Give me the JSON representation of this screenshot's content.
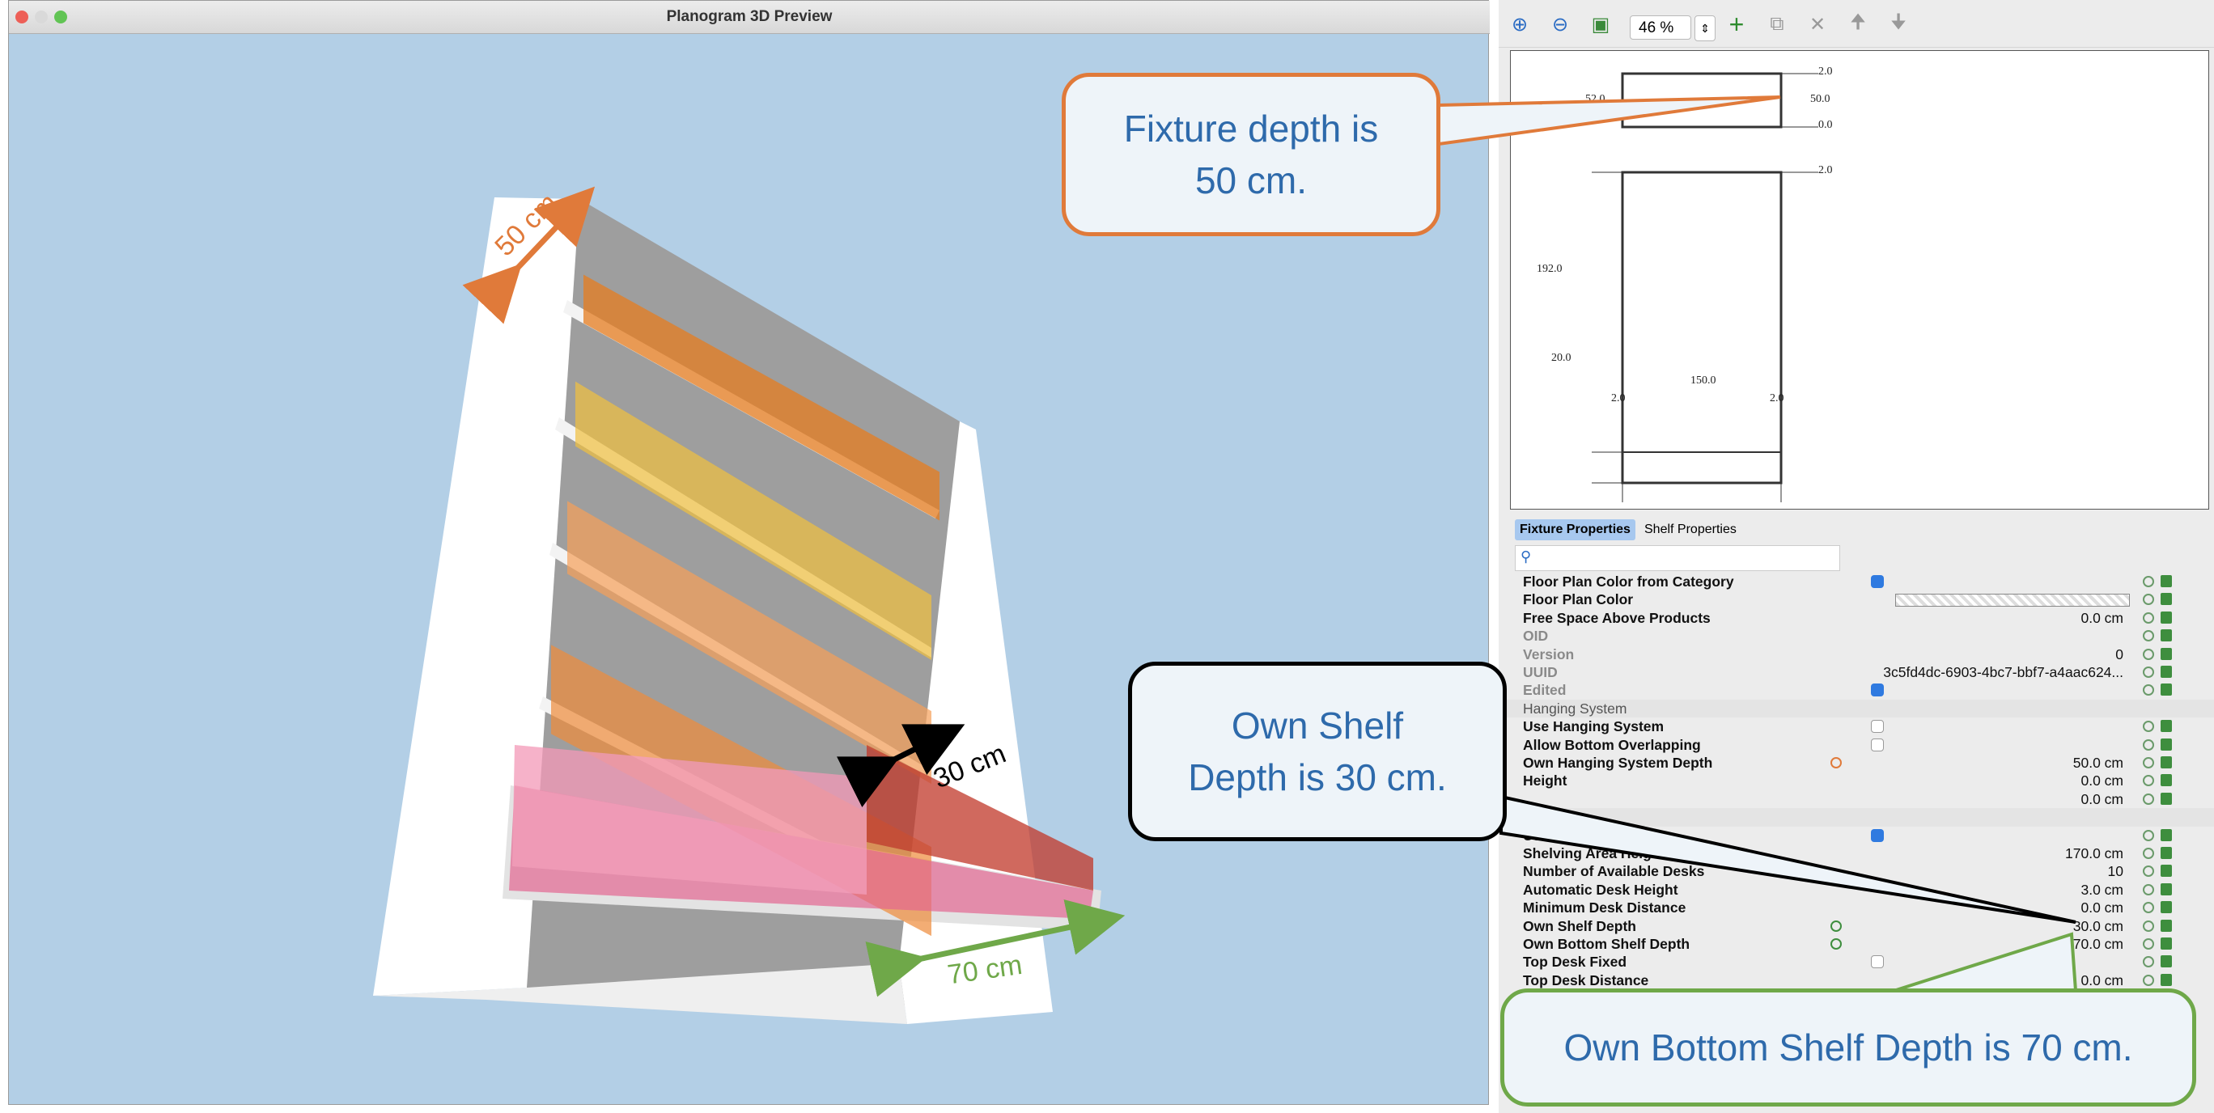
{
  "window": {
    "title": "Planogram 3D Preview"
  },
  "labels3d": {
    "depth_fixture": "50 cm",
    "depth_shelf": "30 cm",
    "depth_bottom": "70 cm"
  },
  "toolbar": {
    "zoom_value": "46 %"
  },
  "drawing": {
    "dims": {
      "d1": "2.0",
      "d2": "52.0",
      "d3": "50.0",
      "d4": "0.0",
      "d5": "2.0",
      "d6": "192.0",
      "d7": "20.0",
      "d8": "150.0",
      "d9": "2.0",
      "d10": "2.0"
    }
  },
  "tabs": {
    "fixture": "Fixture Properties",
    "shelf": "Shelf Properties"
  },
  "props": [
    {
      "label": "Floor Plan Color from Category",
      "value": "",
      "control": "checkbox-on"
    },
    {
      "label": "Floor Plan Color",
      "value": "",
      "control": "color"
    },
    {
      "label": "Free Space Above Products",
      "value": "0.0 cm",
      "control": ""
    },
    {
      "label": "OID",
      "value": "",
      "control": "",
      "muted": true
    },
    {
      "label": "Version",
      "value": "0",
      "control": "",
      "muted": true
    },
    {
      "label": "UUID",
      "value": "3c5fd4dc-6903-4bc7-bbf7-a4aac624...",
      "control": "",
      "muted": true
    },
    {
      "label": "Edited",
      "value": "",
      "control": "checkbox-on",
      "muted": true
    },
    {
      "label": "Hanging System",
      "value": "",
      "control": "",
      "group": true
    },
    {
      "label": "Use Hanging System",
      "value": "",
      "control": "checkbox-off"
    },
    {
      "label": "Allow Bottom Overlapping",
      "value": "",
      "control": "checkbox-off"
    },
    {
      "label": "Own Hanging System Depth",
      "value": "50.0 cm",
      "control": "",
      "orange_icon": true
    },
    {
      "label": "Height",
      "value": "0.0 cm",
      "control": ""
    },
    {
      "label": "",
      "value": "0.0 cm",
      "control": ""
    },
    {
      "label": "",
      "value": "",
      "control": "",
      "group": true
    },
    {
      "label": "Use Automatic",
      "value": "",
      "control": "checkbox-on"
    },
    {
      "label": "Shelving Area Height",
      "value": "170.0 cm",
      "control": ""
    },
    {
      "label": "Number of Available Desks",
      "value": "10",
      "control": ""
    },
    {
      "label": "Automatic Desk Height",
      "value": "3.0 cm",
      "control": ""
    },
    {
      "label": "Minimum Desk Distance",
      "value": "0.0 cm",
      "control": ""
    },
    {
      "label": "Own Shelf Depth",
      "value": "30.0 cm",
      "control": "",
      "green_icon": true
    },
    {
      "label": "Own Bottom Shelf Depth",
      "value": "70.0 cm",
      "control": "",
      "green_icon": true
    },
    {
      "label": "Top Desk Fixed",
      "value": "",
      "control": "checkbox-off"
    },
    {
      "label": "Top Desk Distance",
      "value": "0.0 cm",
      "control": ""
    }
  ],
  "callouts": {
    "fixture_depth_line1": "Fixture depth is",
    "fixture_depth_line2": "50 cm.",
    "shelf_depth_line1": "Own Shelf",
    "shelf_depth_line2": "Depth is 30 cm.",
    "bottom_depth": "Own Bottom Shelf Depth is 70 cm."
  },
  "colors": {
    "orange": "#e07a3a",
    "green": "#6fa849",
    "callout_fill": "#eef4f9",
    "callout_text": "#2e6aab",
    "sky": "#b3cfe6"
  }
}
